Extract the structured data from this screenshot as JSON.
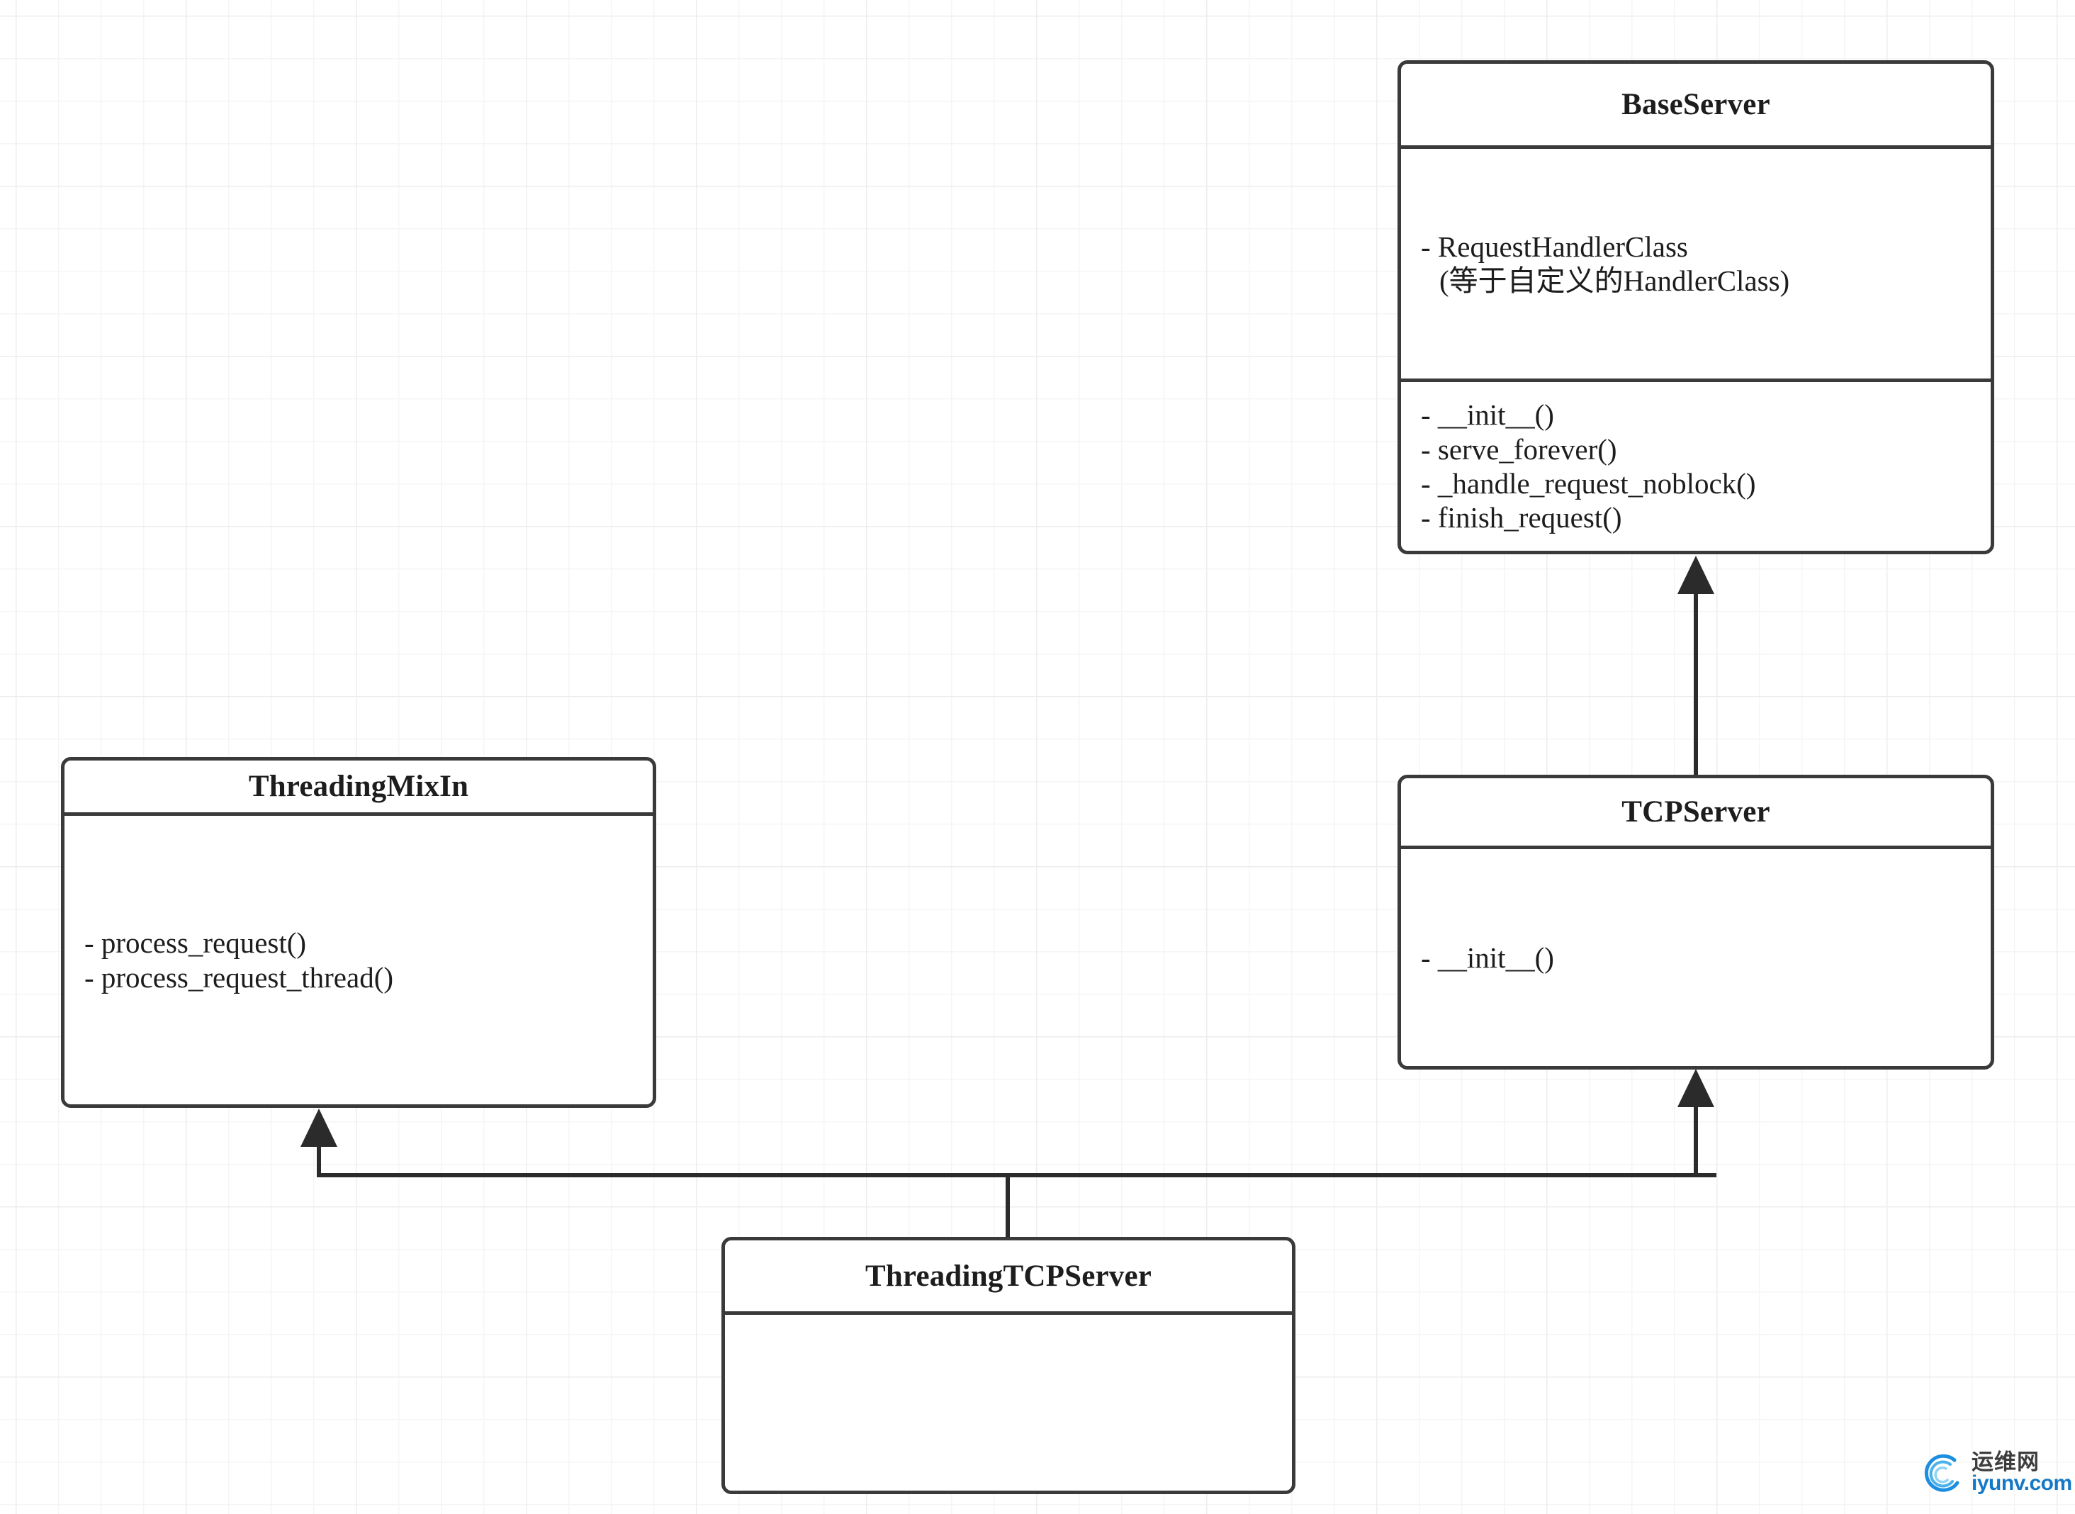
{
  "diagram": {
    "kind": "uml-class-diagram",
    "background": "grid",
    "classes": [
      {
        "id": "baseserver",
        "name": "BaseServer",
        "attributes": [
          "- RequestHandlerClass",
          "(等于自定义的HandlerClass)"
        ],
        "methods": [
          "- __init__()",
          "- serve_forever()",
          "- _handle_request_noblock()",
          "- finish_request()"
        ]
      },
      {
        "id": "threadingmixin",
        "name": "ThreadingMixIn",
        "attributes": [],
        "methods": [
          "- process_request()",
          "- process_request_thread()"
        ]
      },
      {
        "id": "tcpserver",
        "name": "TCPServer",
        "attributes": [],
        "methods": [
          "- __init__()"
        ]
      },
      {
        "id": "threadingtcpserver",
        "name": "ThreadingTCPServer",
        "attributes": [],
        "methods": []
      }
    ],
    "relations": [
      {
        "type": "generalization",
        "from": "tcpserver",
        "to": "baseserver"
      },
      {
        "type": "generalization",
        "from": "threadingtcpserver",
        "to": "threadingmixin"
      },
      {
        "type": "generalization",
        "from": "threadingtcpserver",
        "to": "tcpserver"
      }
    ],
    "colors": {
      "border": "#3a3a3a",
      "connector": "#2b2b2b",
      "text": "#1d1d1d",
      "grid_minor": "#f5f5f5",
      "grid_major": "#ededed",
      "canvas": "#ffffff"
    }
  },
  "watermark": {
    "cn": "运维网",
    "en": "iyunv.com",
    "accent": "#1479c6"
  }
}
